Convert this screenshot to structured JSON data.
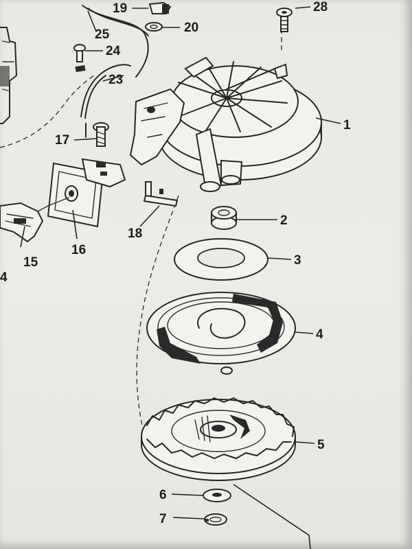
{
  "diagram": {
    "callouts": {
      "c1": "1",
      "c2": "2",
      "c3": "3",
      "c4": "4",
      "c5": "5",
      "c6": "6",
      "c7": "7",
      "c14": "4",
      "c15": "15",
      "c16": "16",
      "c17": "17",
      "c18": "18",
      "c19": "19",
      "c20": "20",
      "c23": "23",
      "c24": "24",
      "c25": "25",
      "c28": "28"
    }
  }
}
